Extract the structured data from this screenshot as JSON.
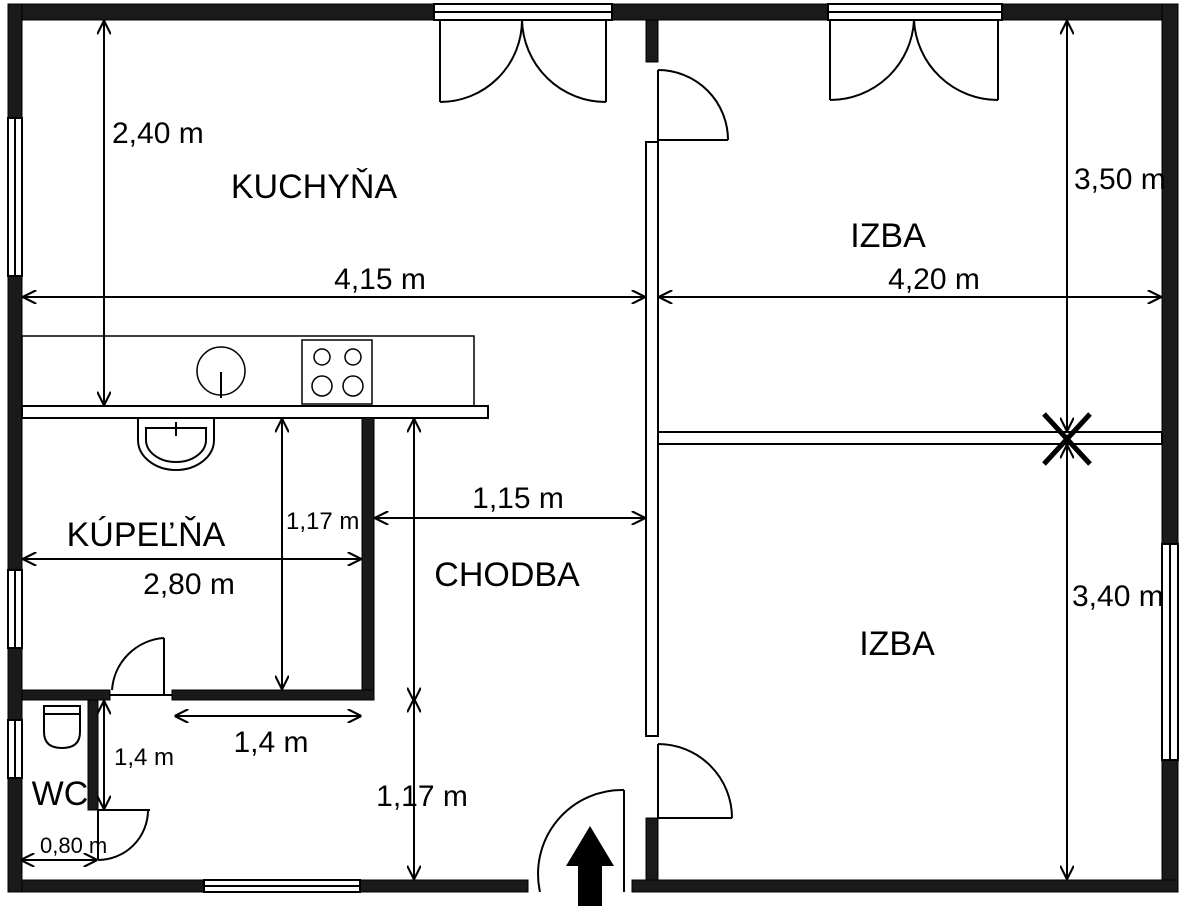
{
  "rooms": {
    "kitchen": "KUCHYŇA",
    "room_top": "IZBA",
    "bathroom": "KÚPEĽŇA",
    "hallway": "CHODBA",
    "room_bottom": "IZBA",
    "wc": "WC"
  },
  "dimensions": {
    "kitchen_height": "2,40 m",
    "kitchen_width": "4,15 m",
    "room_top_height": "3,50 m",
    "room_top_width": "4,20 m",
    "bath_height": "1,17 m",
    "bath_width": "2,80 m",
    "hall_width": "1,15 m",
    "bath_bottom": "1,4 m",
    "wc_height": "1,4 m",
    "wc_width": "0,80 m",
    "hall_lower": "1,17 m",
    "room_bottom_height": "3,40 m"
  }
}
